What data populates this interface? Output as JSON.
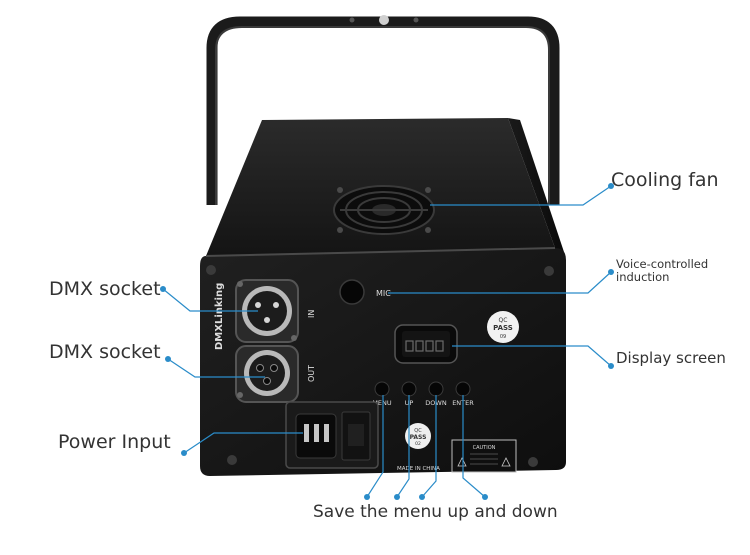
{
  "callouts": {
    "cooling_fan": "Cooling fan",
    "voice_line1": "Voice-controlled",
    "voice_line2": "induction",
    "display_screen": "Display screen",
    "dmx_in": "DMX socket",
    "dmx_out": "DMX socket",
    "power_input": "Power Input",
    "buttons": "Save the menu up and down"
  },
  "panel_labels": {
    "brand_vertical": "DMXLinking",
    "in": "IN",
    "out": "OUT",
    "mic": "MIC",
    "menu": "MENU",
    "up": "UP",
    "down": "DOWN",
    "enter": "ENTER",
    "made_in": "MADE IN CHINA",
    "qc1_top": "QC",
    "qc1_mid": "PASS",
    "qc1_num": "09",
    "qc2_top": "QC",
    "qc2_mid": "PASS",
    "qc2_num": "02",
    "caution": "CAUTION"
  },
  "colors": {
    "accent": "#2a8cc9",
    "body": "#161616"
  }
}
